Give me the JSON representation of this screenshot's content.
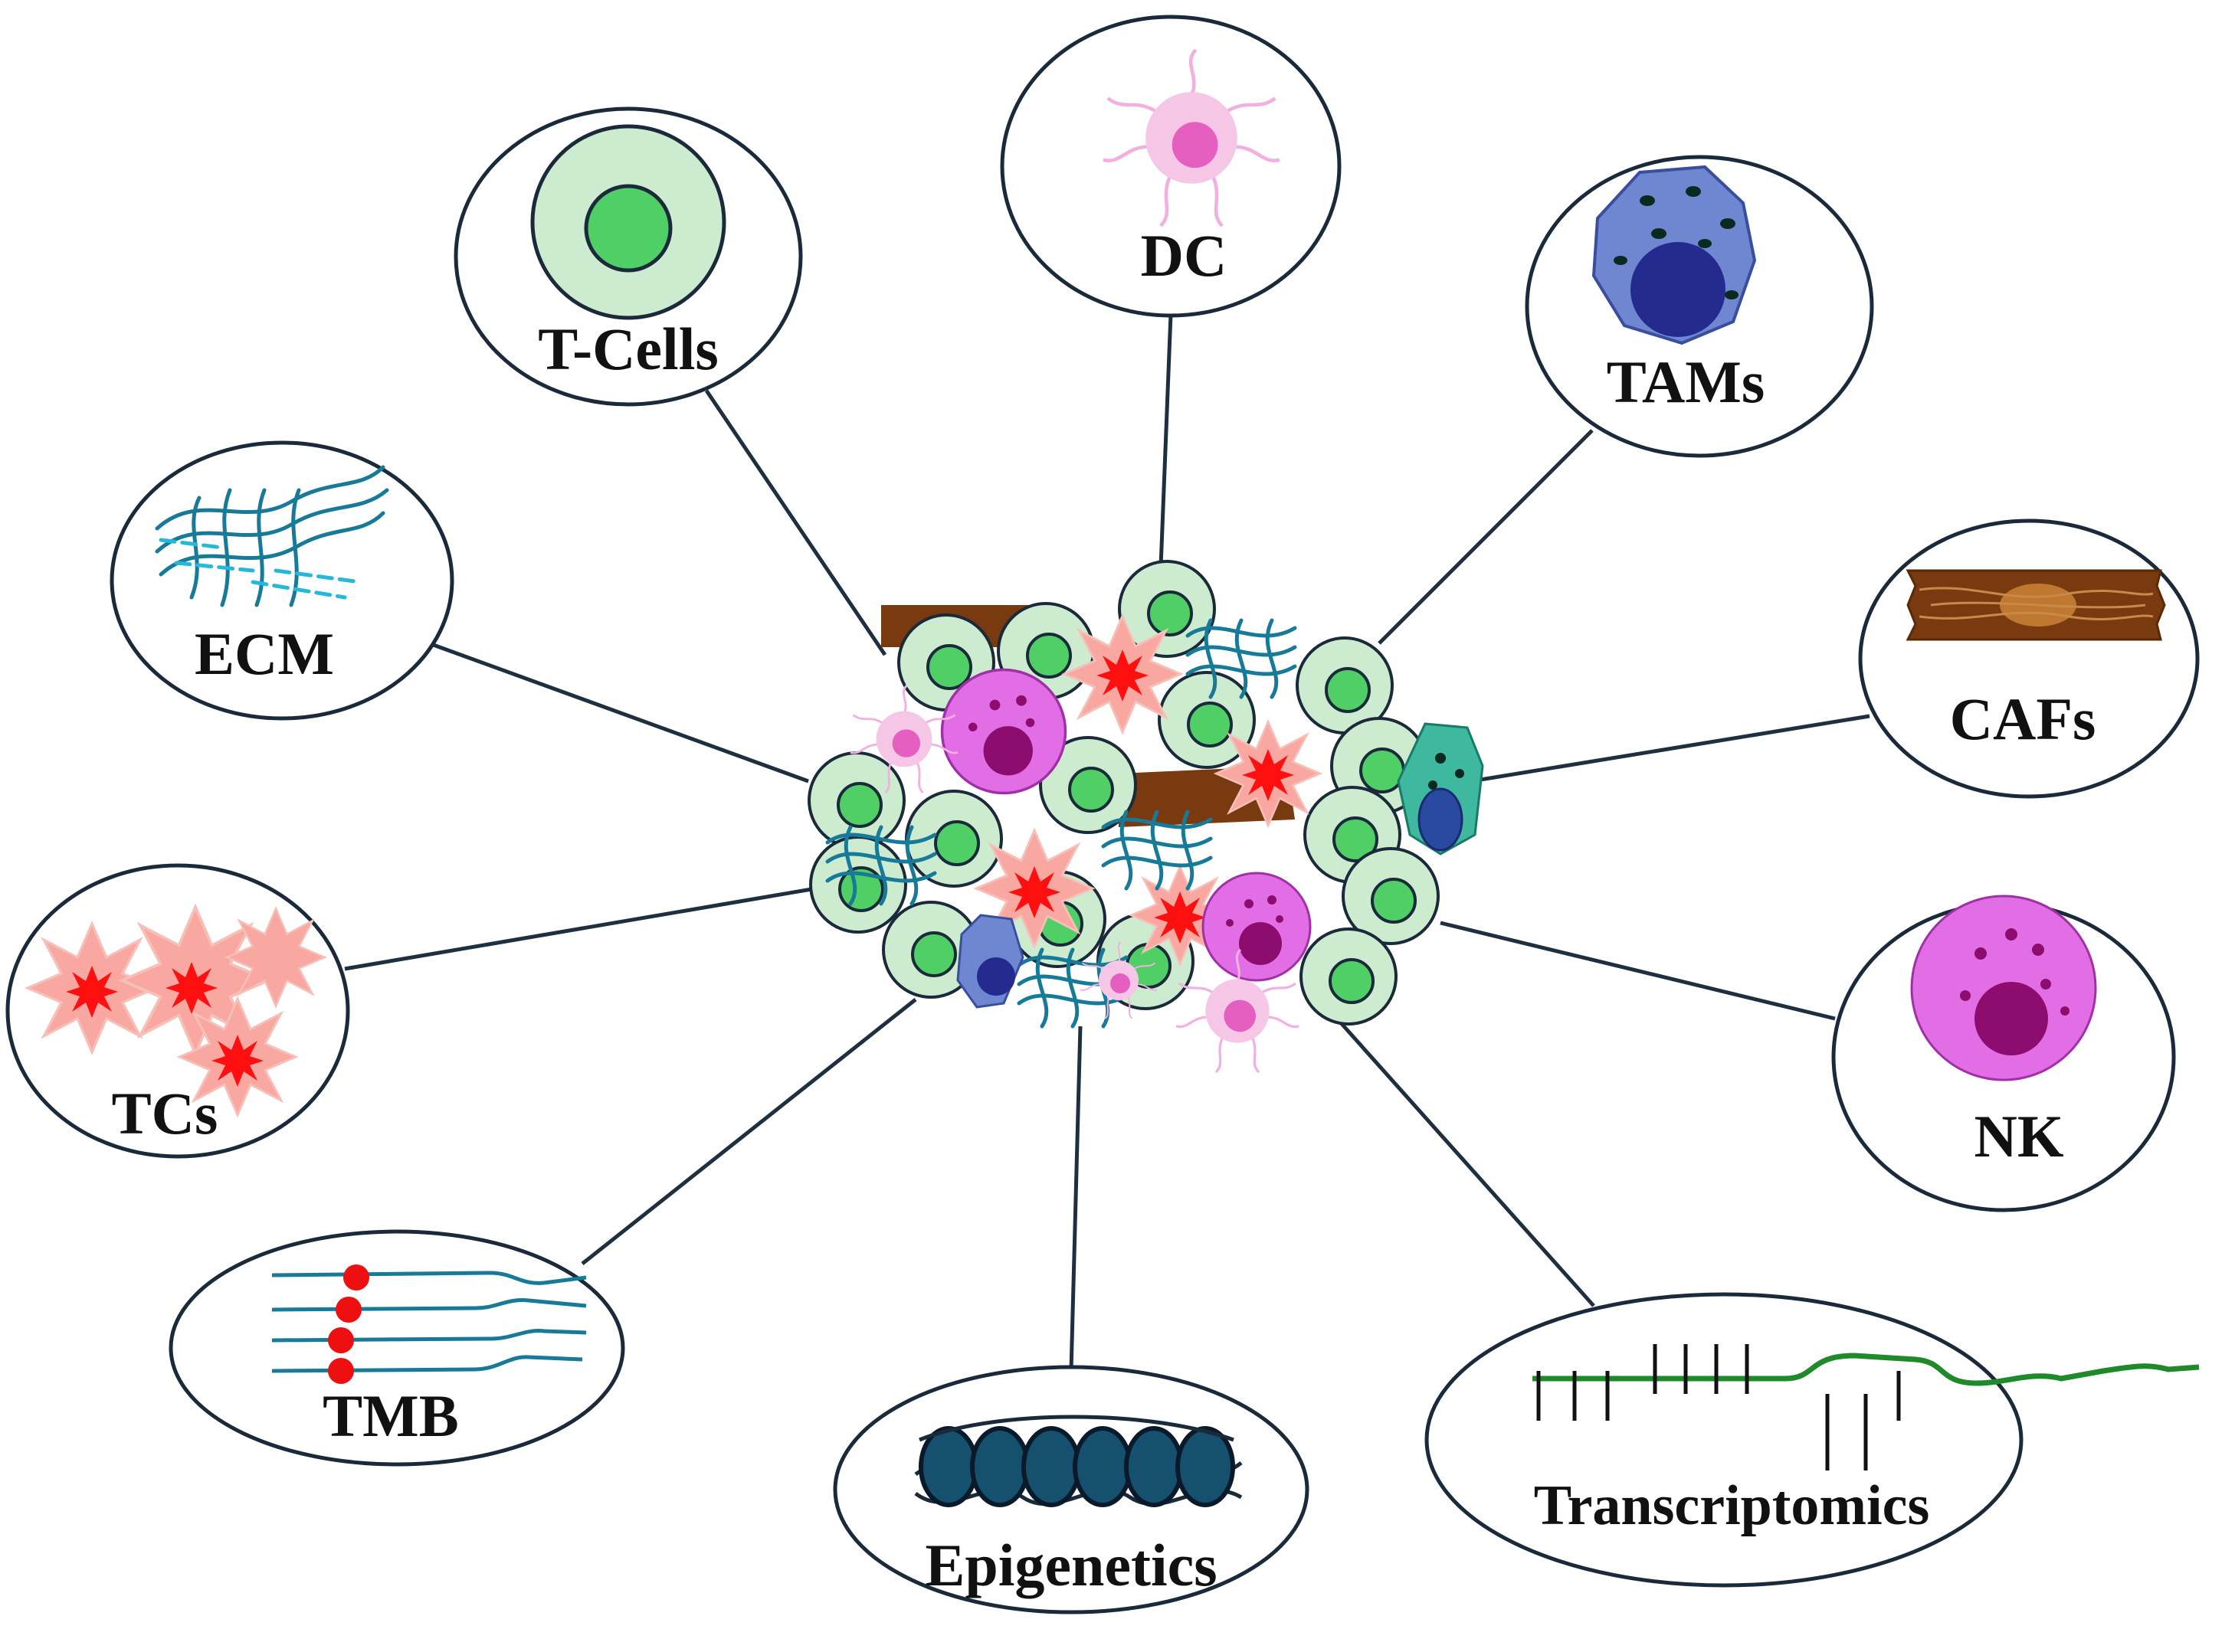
{
  "nodes": {
    "tcells": {
      "label": "T-Cells",
      "icon": "t-cell-icon"
    },
    "dc": {
      "label": "DC",
      "icon": "dendritic-cell-icon"
    },
    "tams": {
      "label": "TAMs",
      "icon": "macrophage-icon"
    },
    "ecm": {
      "label": "ECM",
      "icon": "ecm-fibers-icon"
    },
    "cafs": {
      "label": "CAFs",
      "icon": "fibroblast-icon"
    },
    "tcs": {
      "label": "TCs",
      "icon": "tumor-cells-icon"
    },
    "nk": {
      "label": "NK",
      "icon": "nk-cell-icon"
    },
    "tmb": {
      "label": "TMB",
      "icon": "mutation-strands-icon"
    },
    "epigenetics": {
      "label": "Epigenetics",
      "icon": "nucleosome-icon"
    },
    "transcriptomics": {
      "label": "Transcriptomics",
      "icon": "transcript-icon"
    }
  },
  "colors": {
    "tcell_fill": "#cdeccf",
    "tcell_nucleus": "#4fcf66",
    "dc_fill": "#f6c6e6",
    "dc_nucleus": "#e45fc0",
    "tam_fill": "#6f86d0",
    "tam_nucleus": "#252b8e",
    "nk_fill": "#e26ee6",
    "nk_nucleus": "#8d0d6e",
    "tumor_outer": "#f8a8a0",
    "tumor_inner": "#ff1010",
    "caf_fill": "#7a3a10",
    "ecm_line": "#177a98",
    "mutation_dot": "#ee1010",
    "transcript_line": "#1f8a2a",
    "nucleosome_fill": "#15506e"
  }
}
